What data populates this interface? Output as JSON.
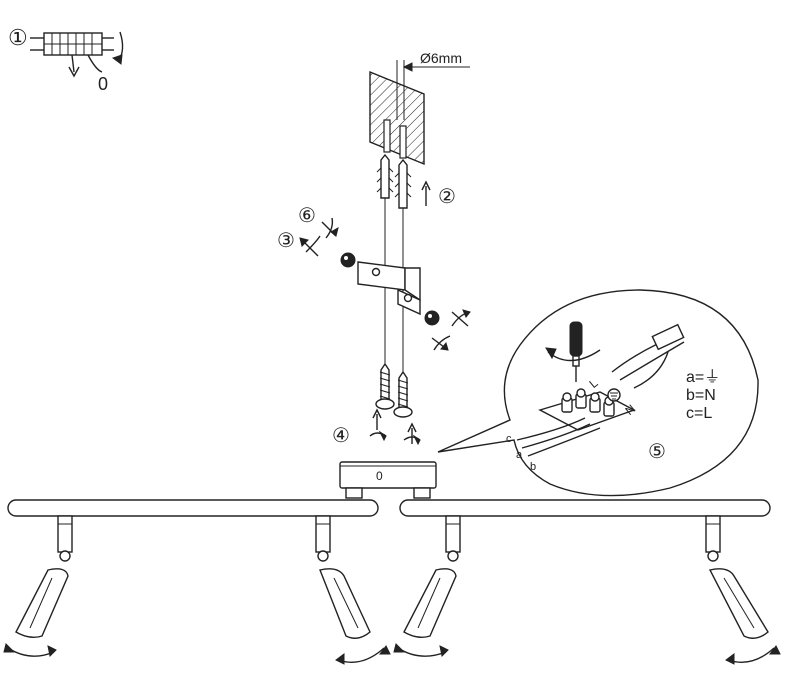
{
  "diagram": {
    "steps": {
      "s1": "①",
      "s2": "②",
      "s3": "③",
      "s4": "④",
      "s5": "⑤",
      "s6": "⑥"
    },
    "zero_label": "0",
    "drill_label": "Ø6mm",
    "plate_label": "0",
    "wiring": {
      "legend_a": "a=⏚",
      "legend_b": "b=N",
      "legend_c": "c=L",
      "wire_a": "a",
      "wire_b": "b",
      "wire_c": "c"
    },
    "symbol_N": "N",
    "symbol_L": "L"
  }
}
